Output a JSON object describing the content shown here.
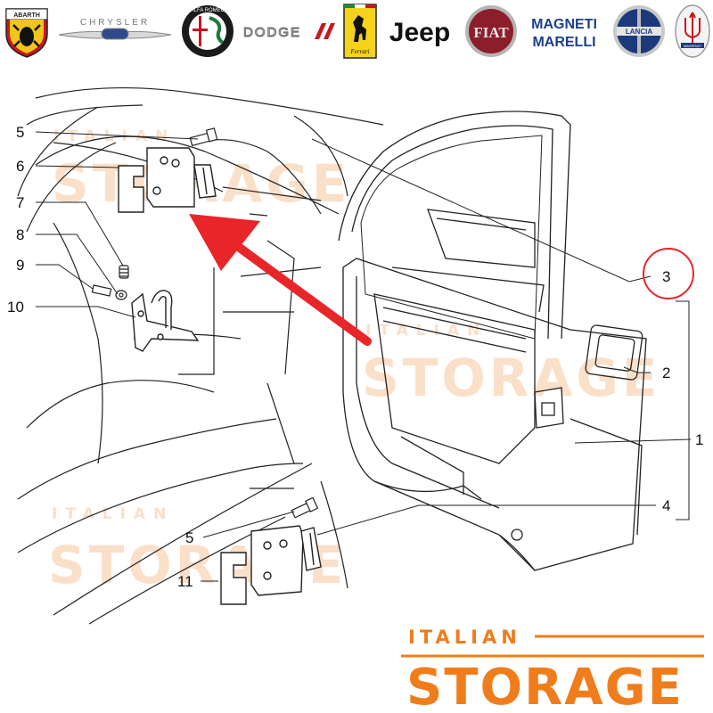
{
  "brands": [
    {
      "name": "abarth-logo",
      "text": "ABARTH"
    },
    {
      "name": "chrysler-logo",
      "text": "CHRYSLER"
    },
    {
      "name": "alfa-romeo-logo",
      "text": "ALFA ROMEO"
    },
    {
      "name": "dodge-logo",
      "text": "DODGE"
    },
    {
      "name": "ferrari-logo",
      "text": "Ferrari"
    },
    {
      "name": "jeep-logo",
      "text": "Jeep"
    },
    {
      "name": "fiat-logo",
      "text": "FIAT"
    },
    {
      "name": "magneti-marelli-logo",
      "text": "MAGNETI MARELLI"
    },
    {
      "name": "lancia-logo",
      "text": "LANCIA"
    },
    {
      "name": "maserati-logo",
      "text": "MASERATI"
    }
  ],
  "callouts": {
    "c1": "1",
    "c2": "2",
    "c3": "3",
    "c4": "4",
    "c5a": "5",
    "c5b": "5",
    "c6": "6",
    "c7": "7",
    "c8": "8",
    "c9": "9",
    "c10": "10",
    "c11": "11"
  },
  "highlight": {
    "part": "3",
    "color": "#e8262a"
  },
  "watermark": {
    "line1": "ITALIAN",
    "line2": "STORAGE"
  },
  "footer_logo": {
    "line1": "ITALIAN",
    "line2": "STORAGE",
    "color": "#f07d1c"
  }
}
